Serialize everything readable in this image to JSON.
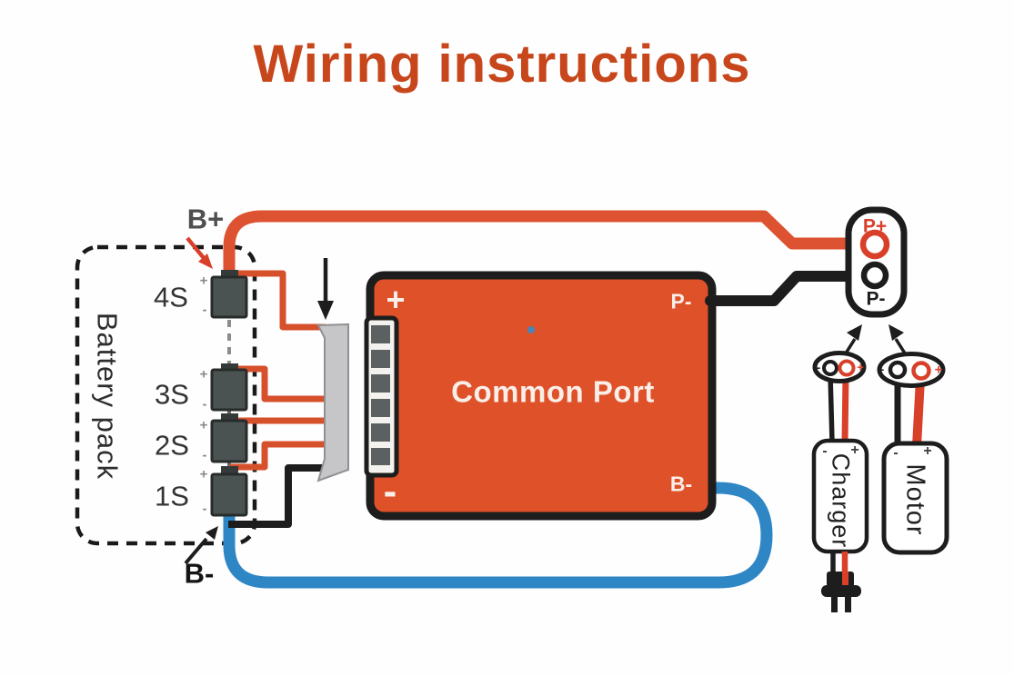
{
  "title": "Wiring instructions",
  "colors": {
    "accent_title": "#c7461b",
    "board_fill": "#df5129",
    "wire_positive": "#dd5230",
    "wire_negative": "#1d1d1d",
    "wire_b_minus_blue": "#2f86c5",
    "balance_wire": "#d6502c",
    "cell_fill": "#4b5352"
  },
  "battery_pack": {
    "label": "Battery pack",
    "terminal_positive": "B+",
    "terminal_negative": "B-",
    "plus": "+",
    "minus": "-",
    "cells": [
      {
        "label": "4S"
      },
      {
        "label": "3S"
      },
      {
        "label": "2S"
      },
      {
        "label": "1S"
      }
    ]
  },
  "bms_board": {
    "name": "Common Port",
    "positive": "+",
    "negative": "-",
    "p_minus": "P-",
    "b_minus": "B-"
  },
  "discharge_connector": {
    "p_plus": "P+",
    "p_minus": "P-"
  },
  "charger": {
    "label": "Charger",
    "plus": "+",
    "minus": "-"
  },
  "motor": {
    "label": "Motor",
    "plus": "+",
    "minus": "-"
  }
}
